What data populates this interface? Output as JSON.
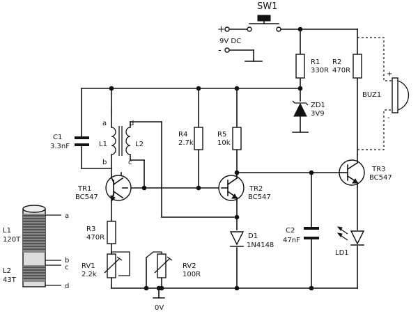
{
  "switch": {
    "ref": "SW1"
  },
  "supply": {
    "plus": "+",
    "minus": "-",
    "label": "9V DC"
  },
  "r1": {
    "ref": "R1",
    "value": "330R"
  },
  "r2": {
    "ref": "R2",
    "value": "470R"
  },
  "zd1": {
    "ref": "ZD1",
    "value": "3V9"
  },
  "buz1": {
    "ref": "BUZ1",
    "plus": "+",
    "minus": "-"
  },
  "c1": {
    "ref": "C1",
    "value": "3.3nF"
  },
  "transformer": {
    "l1": "L1",
    "l2": "L2",
    "pin_a": "a",
    "pin_b": "b",
    "pin_c": "c",
    "pin_d": "d"
  },
  "r4": {
    "ref": "R4",
    "value": "2.7k"
  },
  "r5": {
    "ref": "R5",
    "value": "10k"
  },
  "tr1": {
    "ref": "TR1",
    "type": "BC547"
  },
  "tr2": {
    "ref": "TR2",
    "type": "BC547"
  },
  "tr3": {
    "ref": "TR3",
    "type": "BC547"
  },
  "r3": {
    "ref": "R3",
    "value": "470R"
  },
  "d1": {
    "ref": "D1",
    "value": "1N4148"
  },
  "c2": {
    "ref": "C2",
    "value": "47nF"
  },
  "ld1": {
    "ref": "LD1"
  },
  "rv1": {
    "ref": "RV1",
    "value": "2.2k"
  },
  "rv2": {
    "ref": "RV2",
    "value": "100R"
  },
  "ground": {
    "label": "0V"
  },
  "coil": {
    "l1_ref": "L1",
    "l1_turns": "120T",
    "l2_ref": "L2",
    "l2_turns": "43T",
    "pin_a": "a",
    "pin_b": "b",
    "pin_c": "c",
    "pin_d": "d"
  }
}
